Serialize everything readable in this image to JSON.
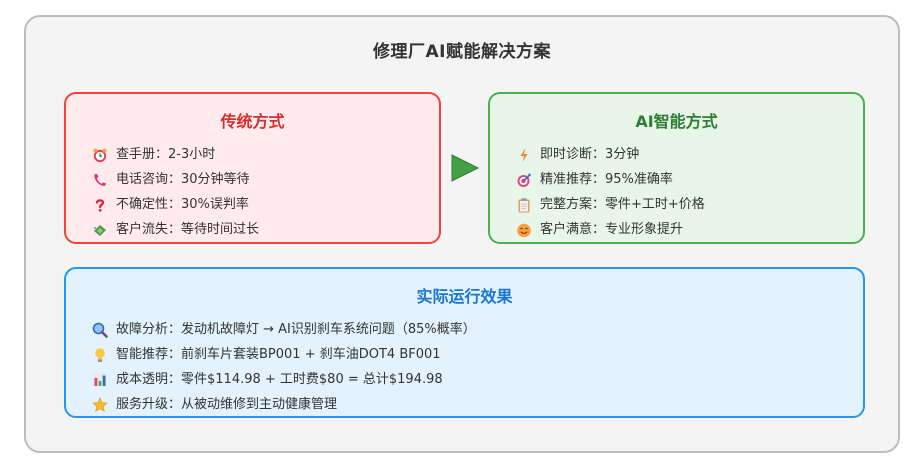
{
  "title": "修理厂AI赋能解决方案",
  "colors": {
    "frame_bg": "#f4f4f4",
    "frame_border": "#bdbdbd",
    "title_text": "#333333",
    "traditional_border": "#f44336",
    "traditional_bg": "#ffebee",
    "traditional_title": "#d32f2f",
    "ai_border": "#4caf50",
    "ai_bg": "#e8f5e9",
    "ai_title": "#2e7d32",
    "results_border": "#2196f3",
    "results_bg": "#e3f2fd",
    "results_title": "#1976d2",
    "arrow": "#43a047"
  },
  "traditional": {
    "title": "传统方式",
    "items": [
      {
        "icon": "alarm-clock-icon",
        "text": "查手册：2-3小时"
      },
      {
        "icon": "phone-icon",
        "text": "电话咨询：30分钟等待"
      },
      {
        "icon": "question-mark-icon",
        "text": "不确定性：30%误判率"
      },
      {
        "icon": "money-with-wings-icon",
        "text": "客户流失：等待时间过长"
      }
    ]
  },
  "arrow": {
    "icon": "right-arrow-icon"
  },
  "ai": {
    "title": "AI智能方式",
    "items": [
      {
        "icon": "lightning-icon",
        "text": "即时诊断：3分钟"
      },
      {
        "icon": "target-icon",
        "text": "精准推荐：95%准确率"
      },
      {
        "icon": "clipboard-icon",
        "text": "完整方案：零件+工时+价格"
      },
      {
        "icon": "smile-icon",
        "text": "客户满意：专业形象提升"
      }
    ]
  },
  "results": {
    "title": "实际运行效果",
    "items": [
      {
        "icon": "magnifier-icon",
        "text": "故障分析：发动机故障灯 → AI识别刹车系统问题（85%概率）"
      },
      {
        "icon": "lightbulb-icon",
        "text": "智能推荐：前刹车片套装BP001 + 刹车油DOT4 BF001"
      },
      {
        "icon": "bar-chart-icon",
        "text": "成本透明：零件$114.98 + 工时费$80 = 总计$194.98"
      },
      {
        "icon": "star-icon",
        "text": "服务升级：从被动维修到主动健康管理"
      }
    ]
  }
}
